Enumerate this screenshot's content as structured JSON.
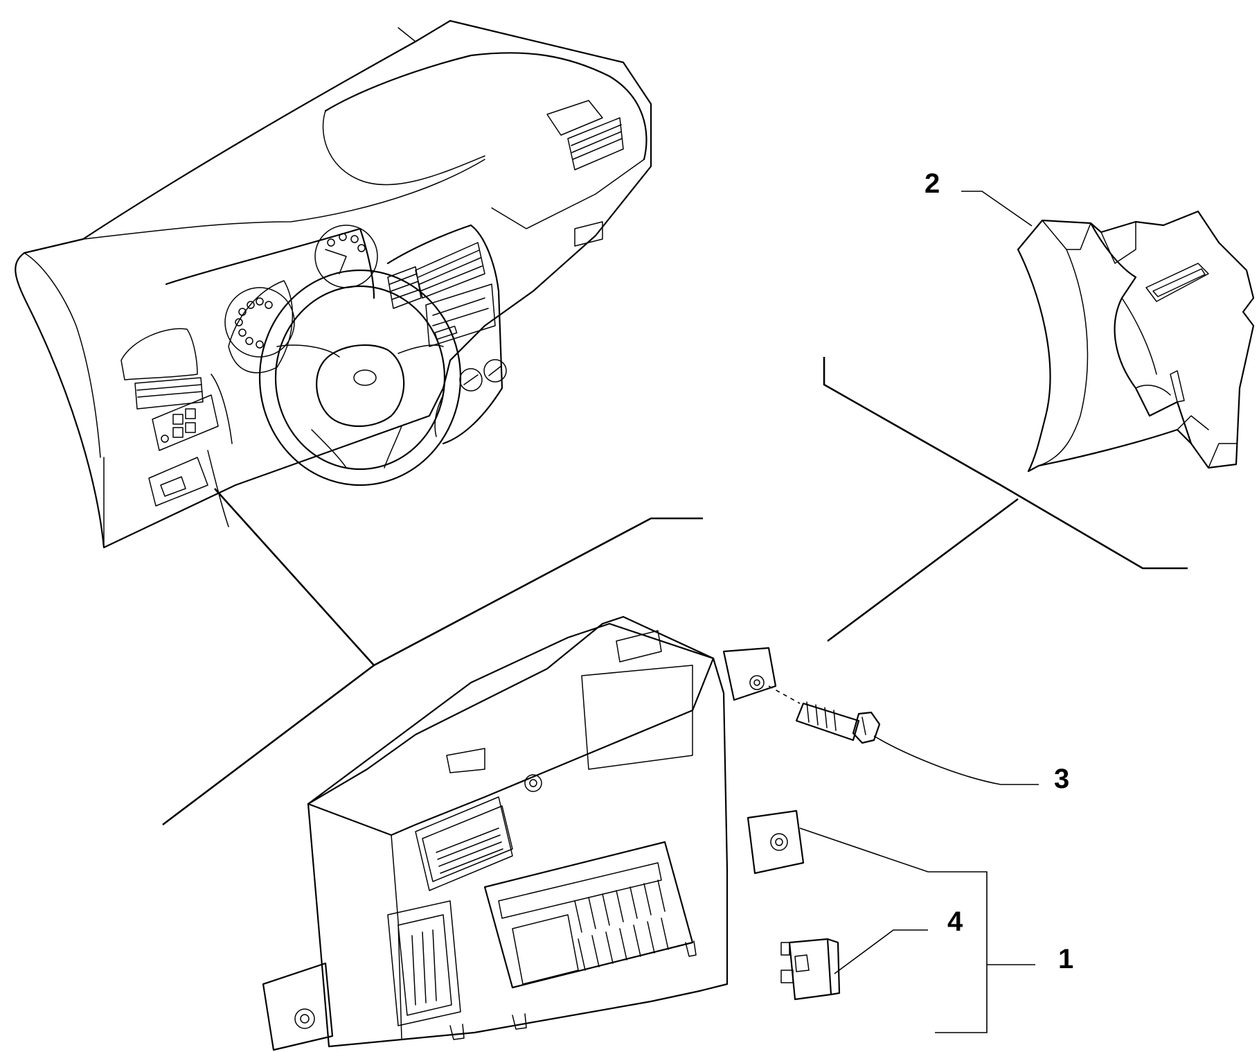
{
  "callouts": {
    "item_1": "1",
    "item_2": "2",
    "item_3": "3",
    "item_4": "4"
  },
  "colors": {
    "line": "#000000",
    "background": "#ffffff"
  }
}
